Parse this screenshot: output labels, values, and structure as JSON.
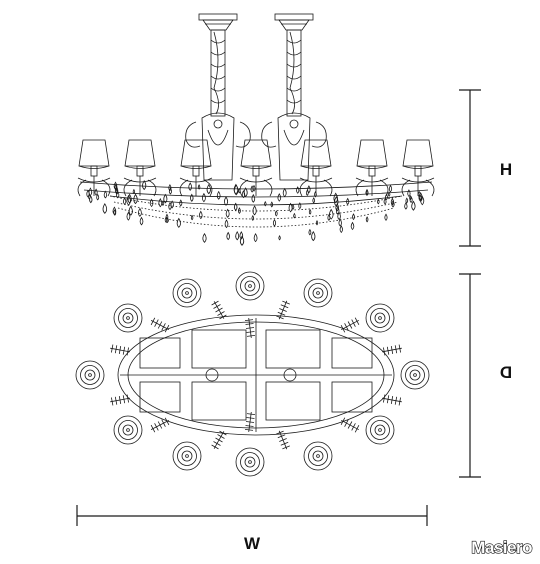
{
  "dimensions": {
    "height_label": "H",
    "depth_label": "D",
    "width_label": "W"
  },
  "brand": {
    "name": "Masiero"
  },
  "views": [
    "elevation",
    "plan"
  ],
  "colors": {
    "line": "#1a1a1a",
    "background": "#ffffff"
  }
}
